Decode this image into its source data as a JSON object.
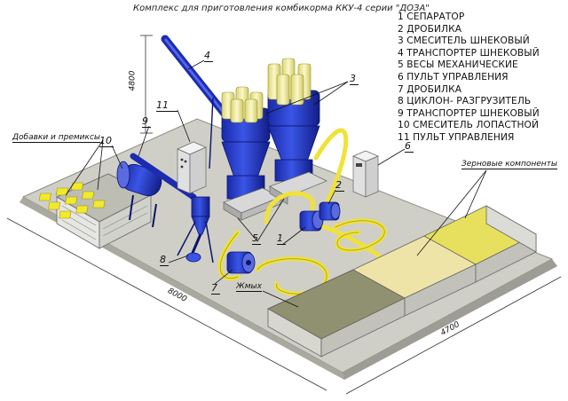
{
  "title": "Комплекс для приготовления комбикорма ККУ-4 серии \"ДОЗА\"",
  "legend": [
    "1 СЕПАРАТОР",
    "2 ДРОБИЛКА",
    "3 СМЕСИТЕЛЬ ШНЕКОВЫЙ",
    "4 ТРАНСПОРТЕР ШНЕКОВЫЙ",
    "5 ВЕСЫ МЕХАНИЧЕСКИЕ",
    "6 ПУЛЬТ УПРАВЛЕНИЯ",
    "7 ДРОБИЛКА",
    "8 ЦИКЛОН- РАЗГРУЗИТЕЛЬ",
    "9 ТРАНСПОРТЕР ШНЕКОВЫЙ",
    "10 СМЕСИТЕЛЬ ЛОПАСТНОЙ",
    "11 ПУЛЬТ УПРАВЛЕНИЯ"
  ],
  "callouts": [
    "1",
    "2",
    "3",
    "4",
    "5",
    "6",
    "7",
    "8",
    "9",
    "10",
    "11"
  ],
  "labels": {
    "additives": "Добавки и премиксы",
    "grain": "Зерновые компоненты",
    "cake": "Жмых"
  },
  "dimensions": {
    "height": "4800",
    "length": "8000",
    "width": "4700"
  },
  "colors": {
    "machine_blue": "#2437c8",
    "machine_dark": "#0f1a7a",
    "silo_yellow": "#f3f0a0",
    "pipe_yellow": "#f0e23a",
    "floor": "#c9c9c1",
    "bin_grey": "#8f9170",
    "bin_sand": "#efe4a8",
    "bin_yellow": "#e7e05e",
    "bag_yellow": "#f1ea2c"
  }
}
